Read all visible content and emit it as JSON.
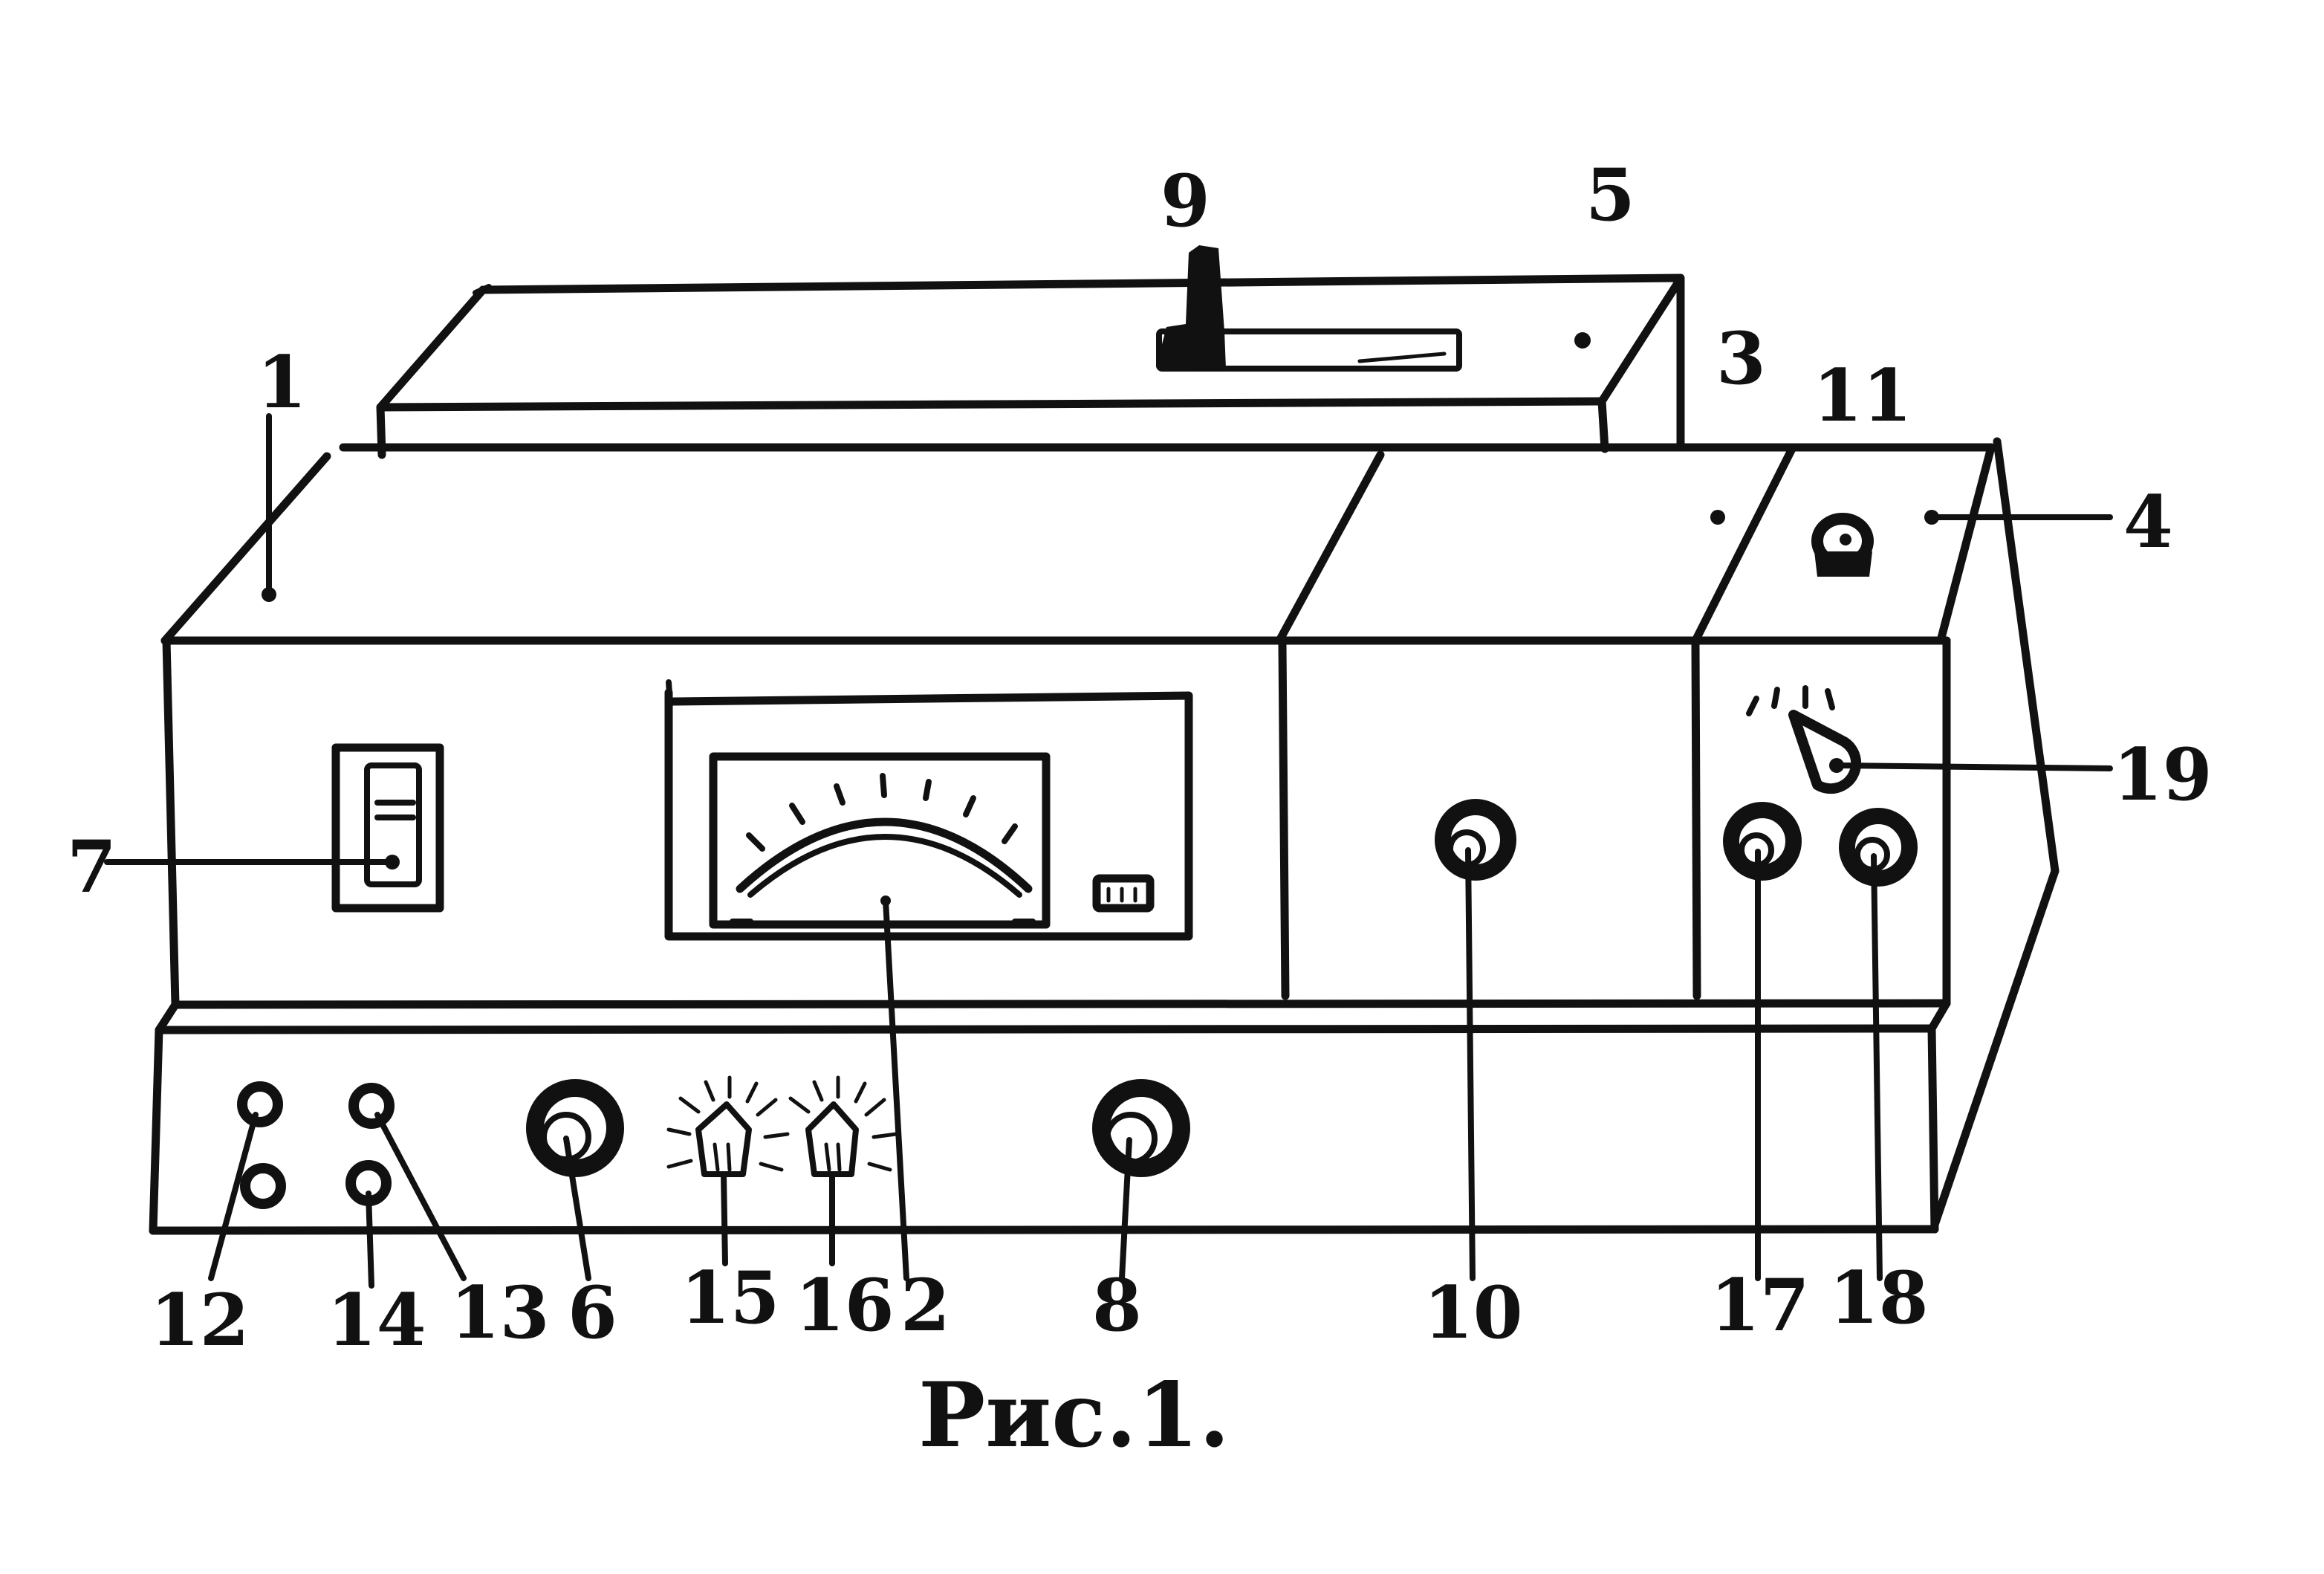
{
  "figure": {
    "caption": "Рис.1.",
    "callouts": [
      {
        "id": "c1",
        "text": "1"
      },
      {
        "id": "c2",
        "text": "2"
      },
      {
        "id": "c3",
        "text": "3"
      },
      {
        "id": "c4",
        "text": "4"
      },
      {
        "id": "c5",
        "text": "5"
      },
      {
        "id": "c6",
        "text": "6"
      },
      {
        "id": "c7",
        "text": "7"
      },
      {
        "id": "c8",
        "text": "8"
      },
      {
        "id": "c9",
        "text": "9"
      },
      {
        "id": "c10",
        "text": "10"
      },
      {
        "id": "c11",
        "text": "11"
      },
      {
        "id": "c12",
        "text": "12"
      },
      {
        "id": "c13",
        "text": "13"
      },
      {
        "id": "c14",
        "text": "14"
      },
      {
        "id": "c15",
        "text": "15"
      },
      {
        "id": "c16",
        "text": "16"
      },
      {
        "id": "c17",
        "text": "17"
      },
      {
        "id": "c18",
        "text": "18"
      },
      {
        "id": "c19",
        "text": "19"
      }
    ]
  }
}
